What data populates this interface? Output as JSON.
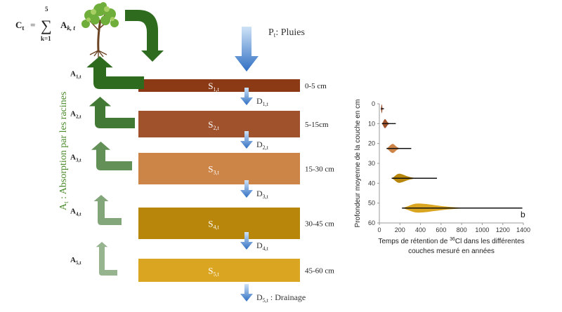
{
  "formula": {
    "lhs": "C",
    "lhs_sub": "t",
    "sum_upper": "5",
    "sum_lower": "k=1",
    "term": "A",
    "term_sub": "k, t"
  },
  "rain": {
    "label": "P",
    "label_sub": "t",
    "label_rest": ": Pluies"
  },
  "absorption": {
    "label_main": "A",
    "label_sub": "t",
    "label_rest": " : Absorption par les racines"
  },
  "layers": [
    {
      "name": "S",
      "sub": "1,t",
      "depth": "0-5 cm",
      "color": "#8B3A15"
    },
    {
      "name": "S",
      "sub": "2,t",
      "depth": "5-15cm",
      "color": "#A0522D"
    },
    {
      "name": "S",
      "sub": "3,t",
      "depth": "15-30 cm",
      "color": "#CD8447"
    },
    {
      "name": "S",
      "sub": "4,t",
      "depth": "30-45 cm",
      "color": "#B8860B"
    },
    {
      "name": "S",
      "sub": "5,t",
      "depth": "45-60 cm",
      "color": "#DAA520"
    }
  ],
  "drainage": [
    {
      "name": "D",
      "sub": "1,t",
      "rest": ""
    },
    {
      "name": "D",
      "sub": "2,t",
      "rest": ""
    },
    {
      "name": "D",
      "sub": "3,t",
      "rest": ""
    },
    {
      "name": "D",
      "sub": "4,t",
      "rest": ""
    },
    {
      "name": "D",
      "sub": "5,t",
      "rest": " : Drainage"
    }
  ],
  "uptake": [
    {
      "name": "A",
      "sub": "1,t"
    },
    {
      "name": "A",
      "sub": "2,t"
    },
    {
      "name": "A",
      "sub": "3,t"
    },
    {
      "name": "A",
      "sub": "4,t"
    },
    {
      "name": "A",
      "sub": "5,t"
    }
  ],
  "colors": {
    "arrow_dark_green": "#2E6B1F",
    "arrow_light_green": "#8CB37A",
    "blue_arrow": "#3A7FD0"
  },
  "chart_data": {
    "type": "violin",
    "ylabel": "Profondeur moyenne de la couche en cm",
    "xlabel_line1_pre": "Temps de rétention de ",
    "xlabel_line1_sup": "36",
    "xlabel_line1_post": "Cl dans les différentes",
    "xlabel_line2": "couches mesuré en années",
    "panel_label": "b",
    "xlim": [
      0,
      1400
    ],
    "ylim": [
      60,
      0
    ],
    "xticks": [
      0,
      200,
      400,
      600,
      800,
      1000,
      1200,
      1400
    ],
    "yticks": [
      0,
      10,
      20,
      30,
      40,
      50,
      60
    ],
    "series": [
      {
        "depth": 2.5,
        "min": 15,
        "max": 45,
        "mode": 25,
        "color": "#8B3A15"
      },
      {
        "depth": 10,
        "min": 25,
        "max": 160,
        "mode": 55,
        "color": "#A0522D"
      },
      {
        "depth": 22.5,
        "min": 70,
        "max": 310,
        "mode": 130,
        "color": "#CD8447"
      },
      {
        "depth": 37.5,
        "min": 120,
        "max": 560,
        "mode": 190,
        "color": "#B8860B"
      },
      {
        "depth": 52.5,
        "min": 220,
        "max": 1390,
        "mode": 370,
        "color": "#DAA520"
      }
    ]
  }
}
